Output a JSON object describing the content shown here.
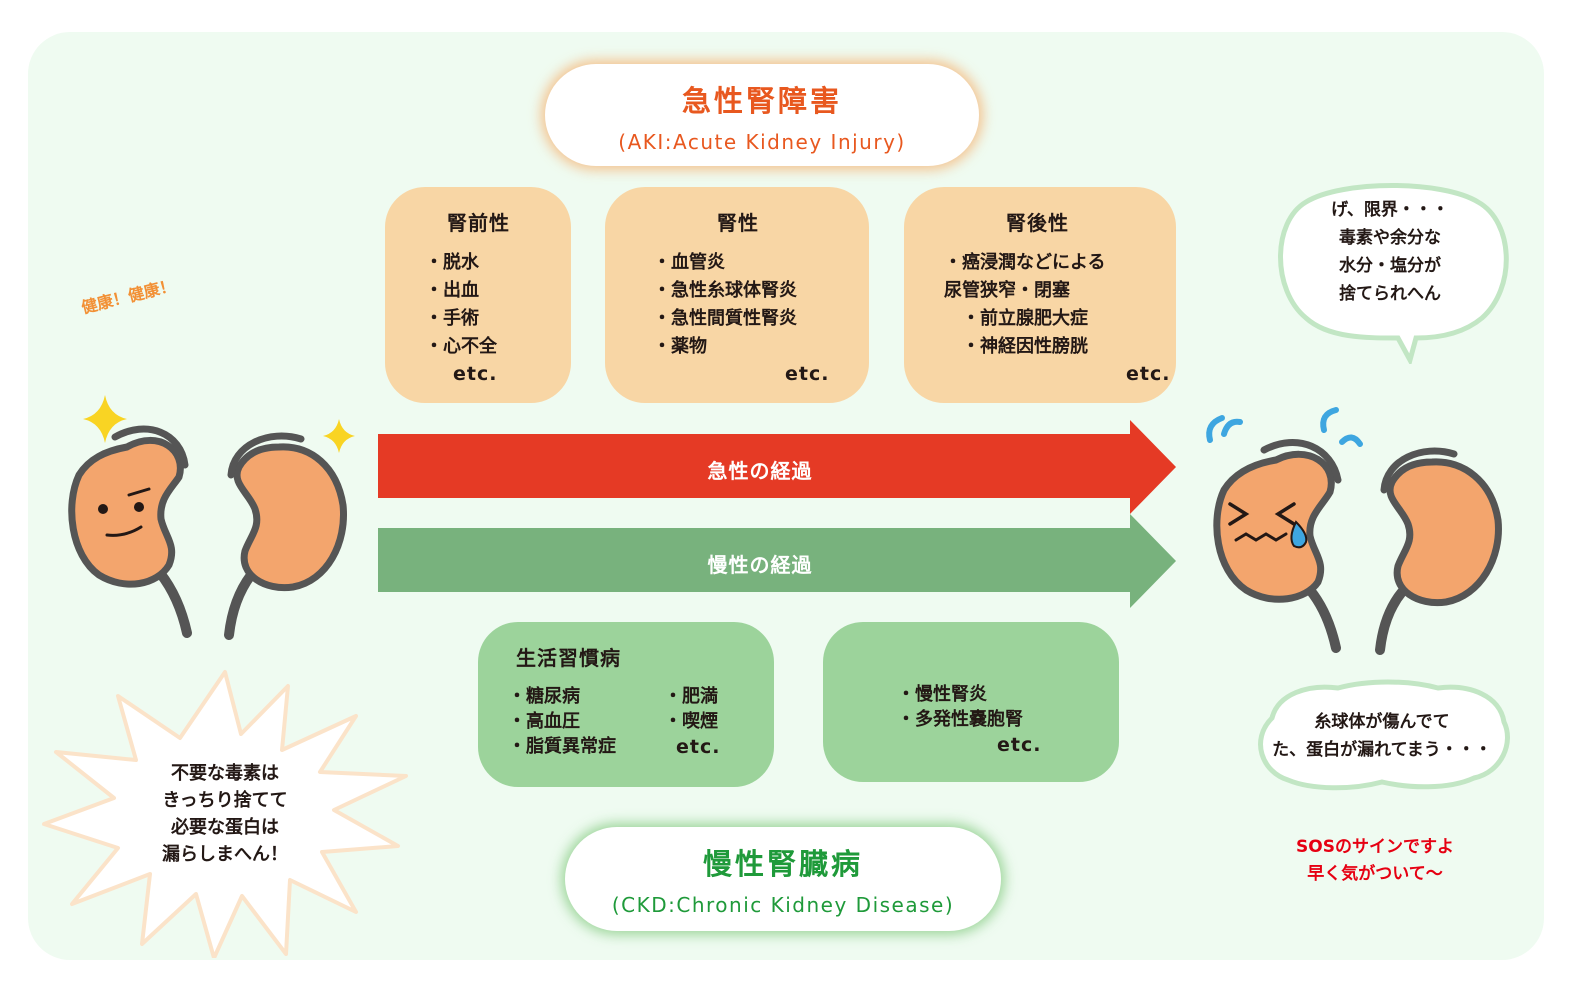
{
  "aki": {
    "title": "急性腎障害",
    "subtitle": "(AKI:Acute Kidney Injury)",
    "columns": [
      {
        "title": "腎前性",
        "items": [
          "・脱水",
          "・出血",
          "・手術",
          "・心不全"
        ],
        "etc": "etc."
      },
      {
        "title": "腎性",
        "items": [
          "・血管炎",
          "・急性糸球体腎炎",
          "・急性間質性腎炎",
          "・薬物"
        ],
        "etc": "etc."
      },
      {
        "title": "腎後性",
        "items": [
          "・癌浸潤などによる",
          "尿管狭窄・閉塞",
          "　・前立腺肥大症",
          "　・神経因性膀胱"
        ],
        "etc": "etc."
      }
    ]
  },
  "arrows": {
    "acute": "急性の経過",
    "chronic": "慢性の経過"
  },
  "ckd": {
    "title": "慢性腎臓病",
    "subtitle": "(CKD:Chronic Kidney Disease)",
    "lifestyle": {
      "title": "生活習慣病",
      "items_left": [
        "・糖尿病",
        "・高血圧",
        "・脂質異常症"
      ],
      "items_right": [
        "・肥満",
        "・喫煙"
      ],
      "etc": "etc."
    },
    "other": {
      "items": [
        "・慢性腎炎",
        "・多発性嚢胞腎"
      ],
      "etc": "etc."
    }
  },
  "healthy": {
    "exclaim": "健康！健康！",
    "burst": [
      "不要な毒素は",
      "きっちり捨てて",
      "必要な蛋白は",
      "漏らしまへん！"
    ]
  },
  "sick": {
    "bubble_top": [
      "げ、限界・・・",
      "毒素や余分な",
      "水分・塩分が",
      "捨てられへん"
    ],
    "bubble_bottom": [
      "糸球体が傷んでて",
      "た、蛋白が漏れてまう・・・"
    ],
    "sos": [
      "SOSのサインですよ",
      "早く気がついて〜"
    ]
  },
  "colors": {
    "acute_arrow": "#e53a25",
    "chronic_arrow": "#78b27d",
    "orange_card": "#f8d6a5",
    "green_card": "#9cd39b",
    "kidney": "#f3a56d",
    "aki_text": "#e8581f",
    "ckd_text": "#1f9a3a",
    "sos_text": "#e60012",
    "sweat": "#3ea6e0",
    "sparkle": "#f9d423"
  }
}
